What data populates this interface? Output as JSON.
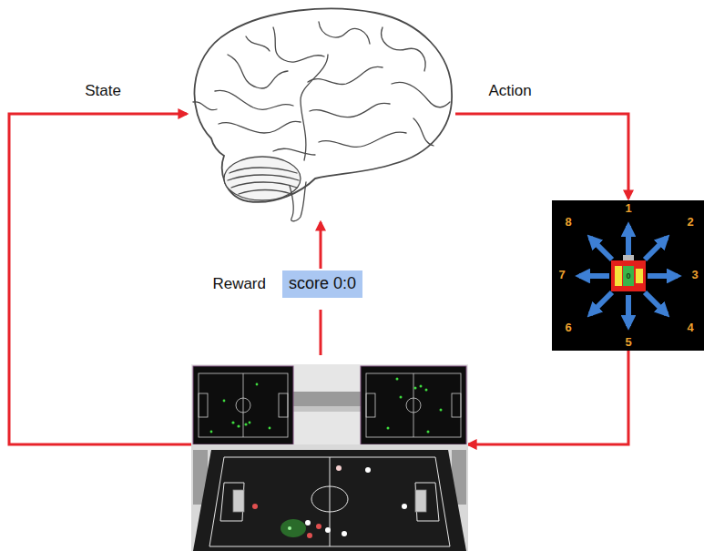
{
  "diagram": {
    "nodes": [
      {
        "text": [
          "1",
          "2",
          "3",
          "4",
          "5",
          "6",
          "7",
          "8",
          "0"
        ]
      },
      {
        "text": [
          "score 0:0"
        ]
      }
    ],
    "labels": [
      "State",
      "Action",
      "Reward"
    ]
  }
}
